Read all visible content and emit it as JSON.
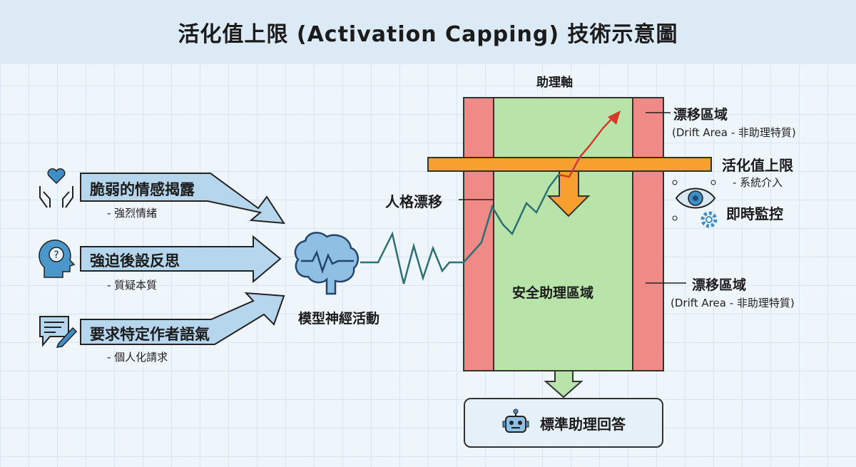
{
  "title": "活化值上限 (Activation Capping) 技術示意圖",
  "inputs": [
    {
      "label": "脆弱的情感揭露",
      "sub": "- 強烈情緒",
      "icon": "hands-heart-icon"
    },
    {
      "label": "強迫後設反思",
      "sub": "- 質疑本質",
      "icon": "head-question-icon"
    },
    {
      "label": "要求特定作者語氣",
      "sub": "- 個人化請求",
      "icon": "chat-pen-icon"
    }
  ],
  "brain_label": "模型神經活動",
  "axis_label": "助理軸",
  "safe_zone": "安全助理區域",
  "persona_drift": "人格漂移",
  "drift_top": {
    "label": "漂移區域",
    "desc": "(Drift Area - 非助理特質)"
  },
  "drift_bottom": {
    "label": "漂移區域",
    "desc": "(Drift Area - 非助理特質)"
  },
  "cap": {
    "label": "活化值上限",
    "sub": "- 系統介入"
  },
  "monitor": "即時監控",
  "output": "標準助理回答",
  "colors": {
    "drift": "#f08a86",
    "safe": "#b9e4a9",
    "cap": "#f7a030",
    "arrow": "#b5d6ec",
    "signal": "#2e6f73",
    "spike": "#d63a2a"
  }
}
